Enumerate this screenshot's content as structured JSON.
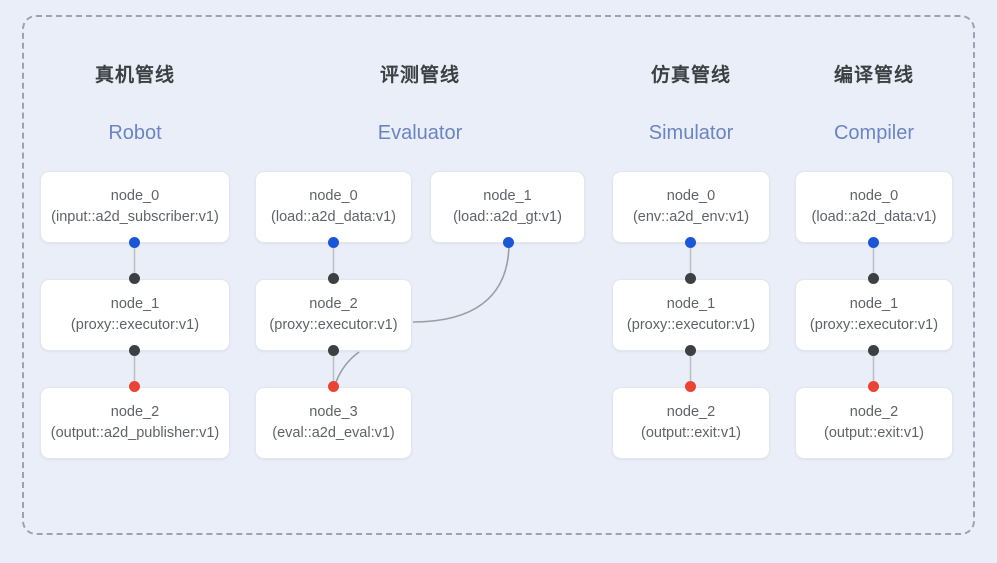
{
  "diagram": {
    "background_color": "#eaeef8",
    "frame_border_color": "#9aa3b5",
    "node_fill": "#ffffff",
    "node_border": "#e3e6ec",
    "dot_colors": {
      "input": "#1a56d6",
      "middle": "#3c4043",
      "output": "#ea4335"
    },
    "title_color": "#3c4043",
    "subtitle_color": "#6b84c4",
    "link_color": "#9aa0a6"
  },
  "columns": [
    {
      "id": "robot",
      "title_cn": "真机管线",
      "title_en": "Robot",
      "groups": [
        {
          "id": "robot-main",
          "nodes": [
            {
              "name": "node_0",
              "type": "(input::a2d_subscriber:v1)"
            },
            {
              "name": "node_1",
              "type": "(proxy::executor:v1)"
            },
            {
              "name": "node_2",
              "type": "(output::a2d_publisher:v1)"
            }
          ]
        }
      ]
    },
    {
      "id": "evaluator",
      "title_cn": "评测管线",
      "title_en": "Evaluator",
      "groups": [
        {
          "id": "evaluator-main",
          "nodes": [
            {
              "name": "node_0",
              "type": "(load::a2d_data:v1)"
            },
            {
              "name": "node_2",
              "type": "(proxy::executor:v1)"
            },
            {
              "name": "node_3",
              "type": "(eval::a2d_eval:v1)"
            }
          ]
        },
        {
          "id": "evaluator-gt",
          "nodes": [
            {
              "name": "node_1",
              "type": "(load::a2d_gt:v1)"
            }
          ]
        }
      ]
    },
    {
      "id": "simulator",
      "title_cn": "仿真管线",
      "title_en": "Simulator",
      "groups": [
        {
          "id": "simulator-main",
          "nodes": [
            {
              "name": "node_0",
              "type": "(env::a2d_env:v1)"
            },
            {
              "name": "node_1",
              "type": "(proxy::executor:v1)"
            },
            {
              "name": "node_2",
              "type": "(output::exit:v1)"
            }
          ]
        }
      ]
    },
    {
      "id": "compiler",
      "title_cn": "编译管线",
      "title_en": "Compiler",
      "groups": [
        {
          "id": "compiler-main",
          "nodes": [
            {
              "name": "node_0",
              "type": "(load::a2d_data:v1)"
            },
            {
              "name": "node_1",
              "type": "(proxy::executor:v1)"
            },
            {
              "name": "node_2",
              "type": "(output::exit:v1)"
            }
          ]
        }
      ]
    }
  ]
}
